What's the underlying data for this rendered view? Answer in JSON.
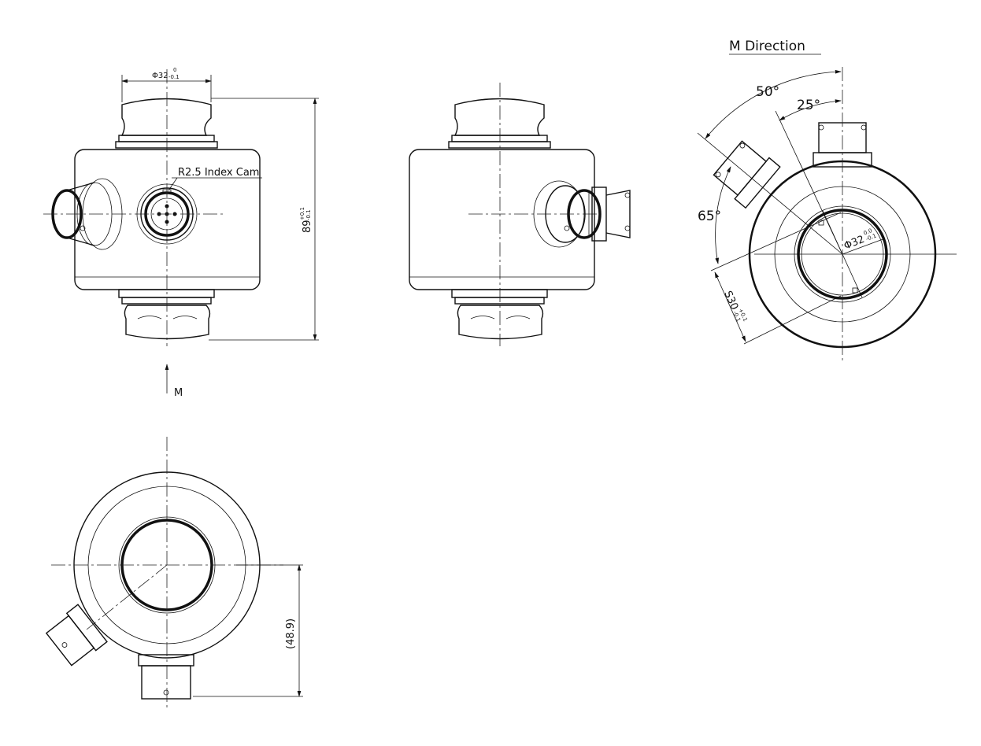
{
  "front_view": {
    "diameter_label": "Φ32",
    "diameter_tol_upper": "0",
    "diameter_tol_lower": "-0.1",
    "index_label": "R2.5 Index Cam",
    "height_label": "89",
    "height_tol_upper": "+0.1",
    "height_tol_lower": "-0.1",
    "view_arrow_label": "M"
  },
  "m_direction_view": {
    "title": "M Direction",
    "angle_outer": "50°",
    "angle_inner": "25°",
    "angle_side": "65°",
    "bore_label": "Φ32",
    "bore_tol_upper": "0.0",
    "bore_tol_lower": "-0.1",
    "flat_label": "S30",
    "flat_tol_upper": "+0.1",
    "flat_tol_lower": "-0.1"
  },
  "bottom_view": {
    "offset_label": "(48.9)"
  }
}
